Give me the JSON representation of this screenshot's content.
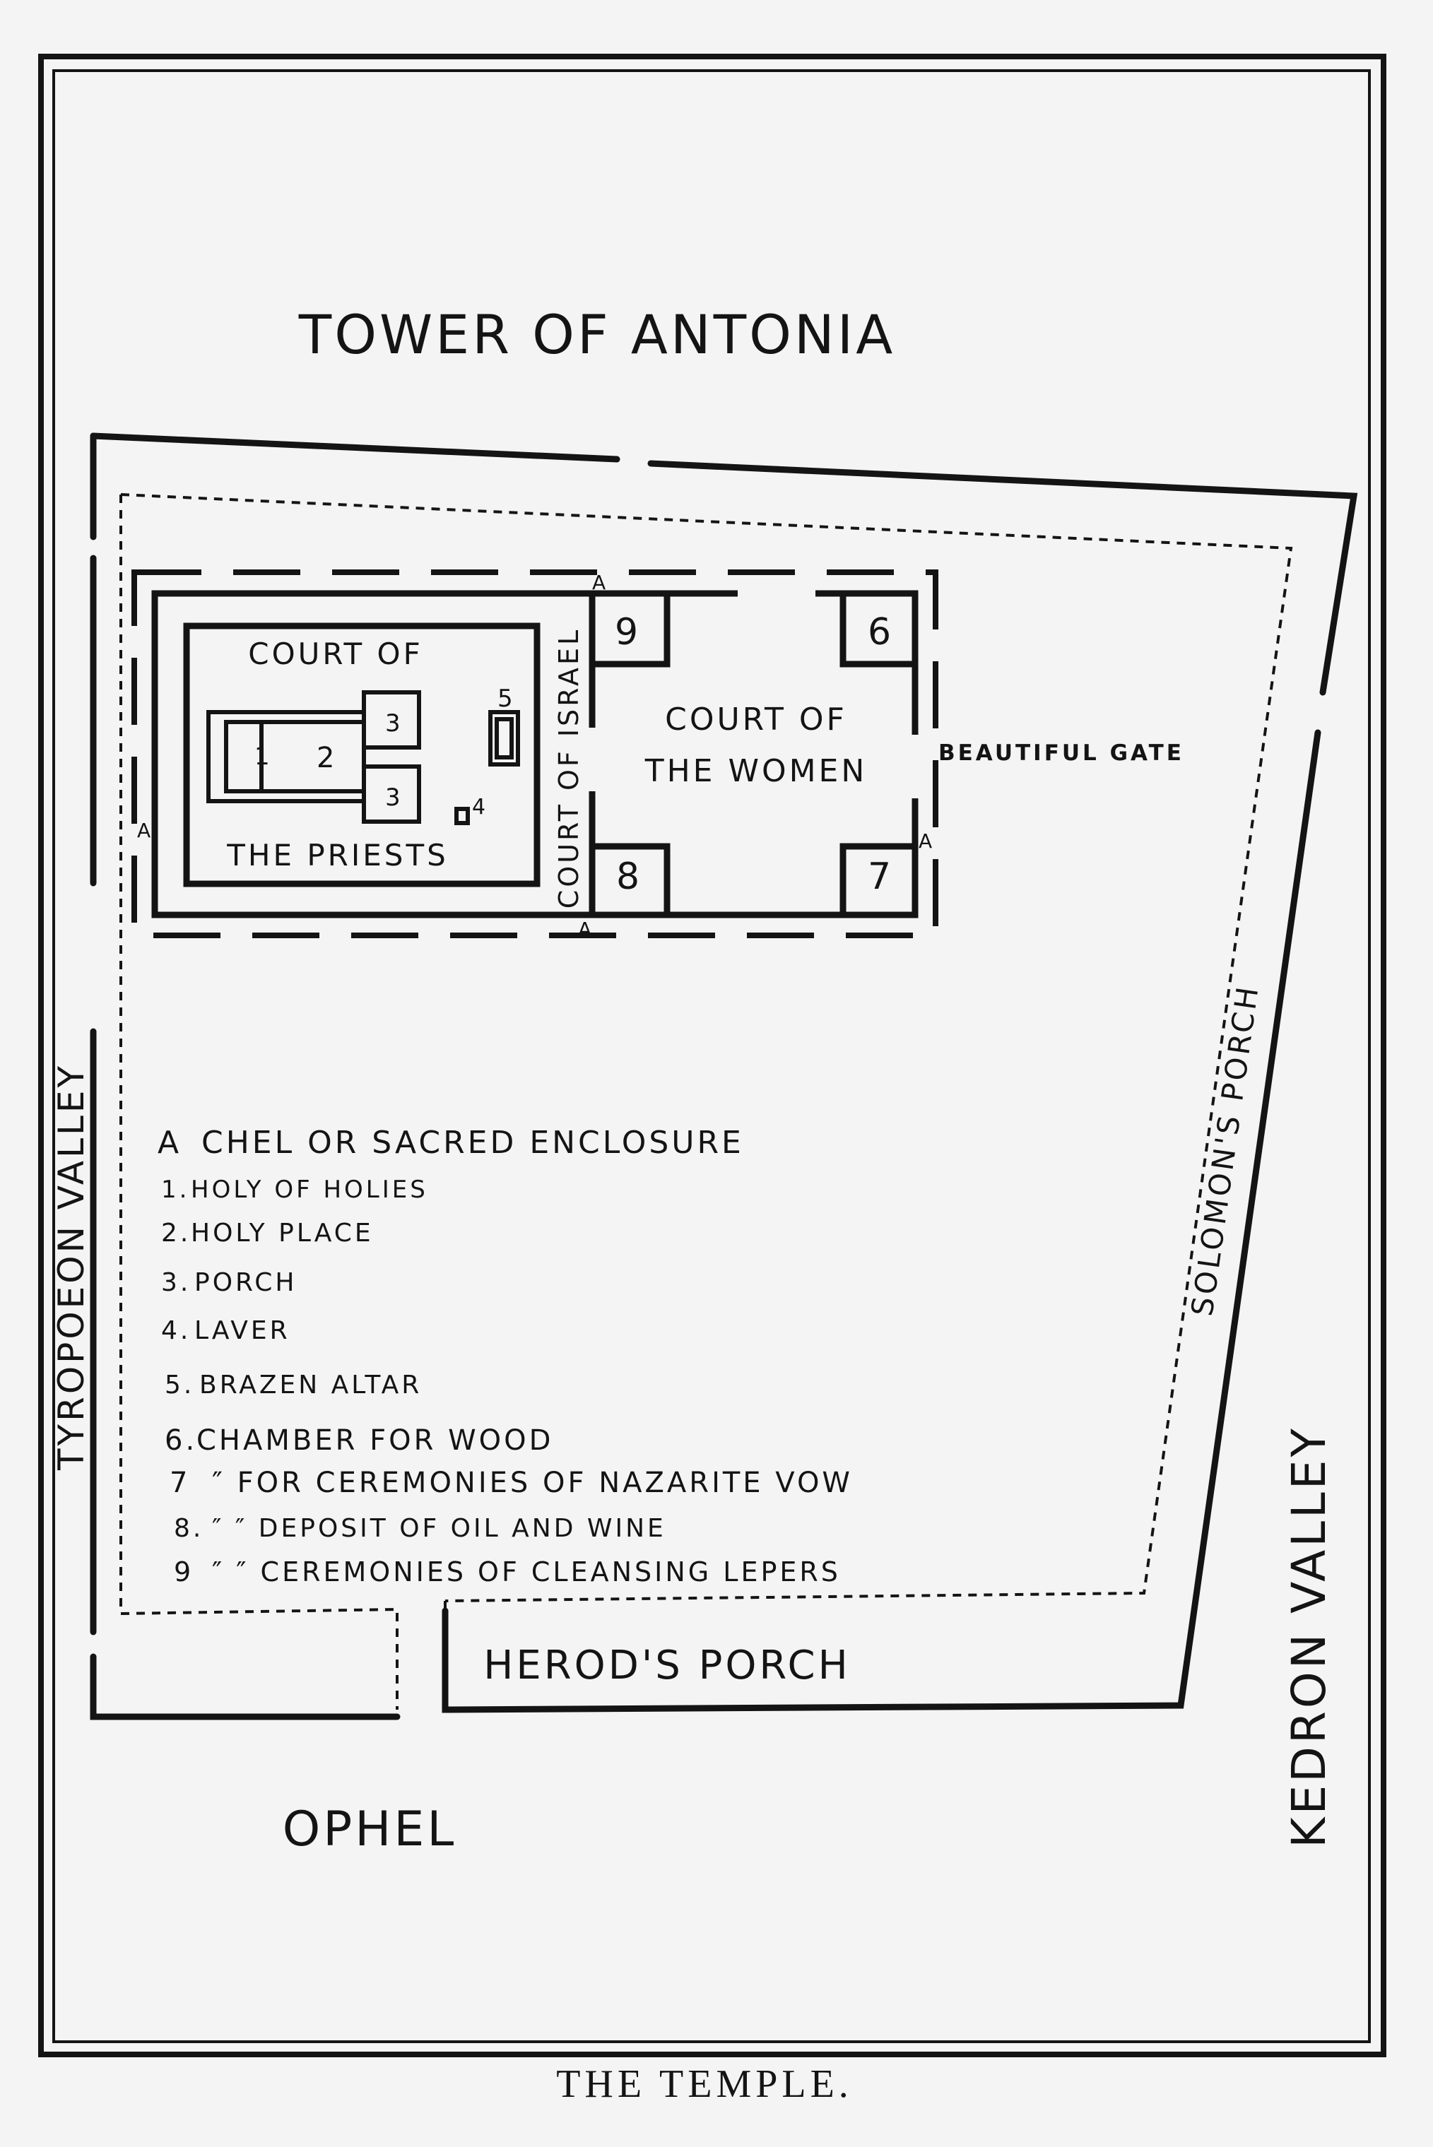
{
  "caption": "THE TEMPLE.",
  "labels": {
    "tower": "TOWER OF ANTONIA",
    "court_priests_1": "COURT OF",
    "court_priests_2": "THE PRIESTS",
    "court_israel": "COURT OF ISRAEL",
    "court_women_1": "COURT OF",
    "court_women_2": "THE WOMEN",
    "beautiful_gate": "BEAUTIFUL GATE",
    "solomons_porch": "SOLOMON'S PORCH",
    "tyropoeon": "TYROPOEON VALLEY",
    "kedron": "KEDRON VALLEY",
    "herods_porch": "HEROD'S PORCH",
    "ophel": "OPHEL"
  },
  "markers": {
    "a": "A",
    "n1": "1",
    "n2": "2",
    "n3a": "3",
    "n3b": "3",
    "n4": "4",
    "n5": "5",
    "n6": "6",
    "n7": "7",
    "n8": "8",
    "n9": "9"
  },
  "legend": [
    {
      "key": "A",
      "text": "CHEL OR SACRED ENCLOSURE"
    },
    {
      "key": "1.",
      "text": "HOLY OF HOLIES"
    },
    {
      "key": "2.",
      "text": "HOLY PLACE"
    },
    {
      "key": "3.",
      "text": "PORCH"
    },
    {
      "key": "4.",
      "text": "LAVER"
    },
    {
      "key": "5.",
      "text": "BRAZEN ALTAR"
    },
    {
      "key": "6.",
      "text": "CHAMBER FOR WOOD"
    },
    {
      "key": "7",
      "text": "″ FOR CEREMONIES OF NAZARITE VOW"
    },
    {
      "key": "8.",
      "text": "″  ″   DEPOSIT OF OIL AND WINE"
    },
    {
      "key": "9",
      "text": "″  ″   CEREMONIES OF CLEANSING LEPERS"
    }
  ]
}
